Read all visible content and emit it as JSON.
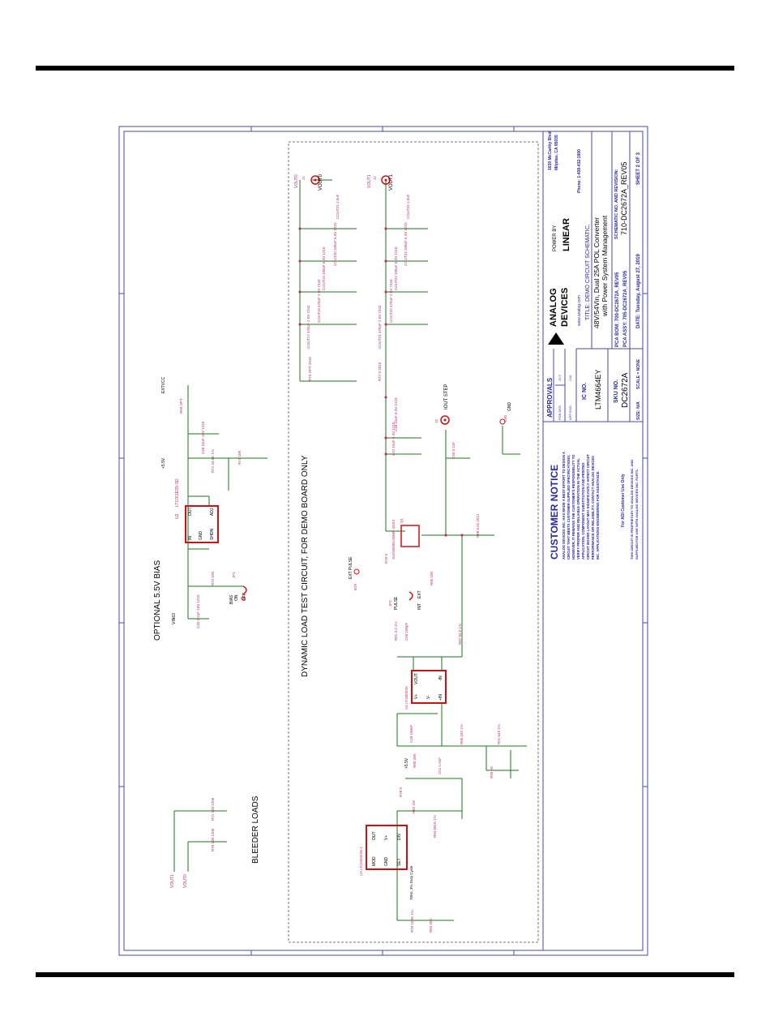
{
  "titles": {
    "bias": "OPTIONAL 5.5V BIAS",
    "load": "DYNAMIC LOAD TEST CIRCUIT, FOR DEMO BOARD ONLY",
    "bleeder": "BLEEDER LOADS"
  },
  "nets": {
    "vout0": "VOUT0",
    "vout1": "VOUT1",
    "vin63": "VIN63",
    "extvcc": "EXTVCC",
    "p5v": "+5.5V",
    "p5v_b": "+5.5V",
    "gnd": "GND",
    "ext_pulse": "EXT PULSE",
    "iout_step": "IOUT STEP"
  },
  "ics": {
    "u2": {
      "ref": "U2",
      "part": "LT1761ES5-SD",
      "pins": [
        "IN",
        "GND",
        "SHDN",
        "OUT",
        "ADJ"
      ]
    },
    "u3": {
      "ref": "U3",
      "part": "LTC6992IS6-1",
      "pins": [
        "MOD",
        "GND",
        "SET",
        "OUT",
        "V+",
        "DIV"
      ],
      "note": "70Hz, 3% Duty Cycle"
    },
    "u4": {
      "ref": "U4",
      "part": "LT1803IS5",
      "pins": [
        "V+",
        "V-",
        "+IN",
        "VOUT",
        "-IN"
      ]
    },
    "q1": {
      "ref": "Q1",
      "part": "SUD50N04-8M8P-4GE3"
    }
  },
  "jumpers": {
    "jp1": {
      "ref": "JP1",
      "l1": "BIAS",
      "l2": "ON",
      "l3": "OFF"
    },
    "jp2": {
      "ref": "JP2",
      "l1": "PULSE",
      "l2": "INT",
      "l3": "EXT"
    }
  },
  "components": {
    "c45": "C45 2.2uF 16V 1210",
    "c46": "C46 10uF 16V 1210",
    "r69": "R69 OPT",
    "r72": "R72 10K",
    "r71": "R71 34.8K 1%",
    "r74": "R74 10K",
    "cout0": "COUT21 1.0uF",
    "cout1": "COUT25 1.0uF",
    "cout20": "COUT20 100uF 6.3V 1210",
    "cout19": "COUT19 100uF 6.3V 1210",
    "cout18": "COUT18 470uF 2.5V 7343",
    "cout17": "COUT17 470uF 2.5V 7343",
    "cout24": "COUT24 100uF 6.3V 1210",
    "cout23": "COUT23 100uF 6.3V 1210",
    "cout22": "COUT22 470uF 2.5V 7343",
    "cout21": "COUT21 470uF 2.5V 7343",
    "r73": "R73 OPT 2010",
    "r77": "R77 0 2010",
    "c48": "C48 10uF 6.3V 1210",
    "c47": "C47 10uF 6.3V 1210",
    "c50": "C50 0.1uF",
    "r76": "R76 0",
    "r85": "R85 10K",
    "r88": "R88 0.01 2512",
    "r81": "R81 3.3 1%",
    "c50b": "C50 100pF",
    "r87": "R87 82.5 1%",
    "c49": "C49 100nF",
    "r80": "R80 20K",
    "r86": "R86 182 1%",
    "r91": "R91 649 1%",
    "r90": "R90 2K",
    "c51": "C51 1.0uF",
    "r78": "R78 0",
    "r82": "R82 1M",
    "r84": "R84 681K 1%",
    "r79": "R79 158K 1%",
    "r83": "R83 20K",
    "r71b": "R71 100 1206",
    "r70": "R70 100 1206",
    "j1": "J1",
    "j2": "J2",
    "j3": "J3",
    "e29": "E29",
    "e30": "E30"
  },
  "title_block": {
    "notice_title": "CUSTOMER NOTICE",
    "notice_lines": [
      "ANALOG DEVICES INC. HAS MADE A BEST EFFORT TO DESIGN A",
      "CIRCUIT THAT MEETS CUSTOMER-SUPPLIED SPECIFICATIONS;",
      "HOWEVER, IT REMAINS THE CUSTOMER'S RESPONSIBILITY TO",
      "VERIFY PROPER AND RELIABLE OPERATION IN THE ACTUAL",
      "APPLICATION. COMPONENT SUBSTITUTION AND PRINTED",
      "CIRCUIT BOARD LAYOUT MAY SIGNIFICANTLY AFFECT CIRCUIT",
      "PERFORMANCE OR RELIABILITY. CONTACT ANALOG DEVICES",
      "INC. APPLICATIONS ENGINEERING FOR ASSISTANCE."
    ],
    "for_adi": "For ADI Customer Use Only",
    "proprietary_1": "THIS CIRCUIT IS PROPRIETARY TO ANALOG DEVICES INC. AND",
    "proprietary_2": "SUPPLIED FOR USE WITH ANALOG DEVICES INC. PARTS.",
    "approvals": "APPROVALS",
    "pcb_des": "PCB DES.",
    "pcb_des_val": "JY.Y",
    "app_eng": "APP ENG.",
    "app_eng_val": "J.W.",
    "ic_no_label": "IC NO.",
    "ic_no": "LTM4664EY",
    "sku_label": "SKU NO.",
    "sku": "DC2672A",
    "size": "SIZE: N/A",
    "scale": "SCALE = NONE",
    "company_1": "ANALOG",
    "company_2": "DEVICES",
    "powered_by": "POWER BY",
    "linear": "LINEAR",
    "website": "www.analog.com",
    "address_1": "1630 McCarthy Blvd.",
    "address_2": "Milpitas, CA 95035",
    "phone": "Phone: 1-408-432-1900",
    "title_1": "TITLE: DEMO CIRCUIT SCHEMATIC,",
    "title_2": "48V/54Vin, Dual 25A POL Converter",
    "title_3": "with Power System Management",
    "pca_bom": "PCA BOM: 700-DC2672A_REV05",
    "pca_assy": "PCA ASSY: 705-DC2672A_REV05",
    "date": "DATE: Tuesday, August 27, 2019",
    "schem_label": "SCHEMATIC NO. AND REVISION:",
    "schem_no": "710-DC2672A_REV05",
    "sheet": "SHEET 2 OF 3"
  }
}
